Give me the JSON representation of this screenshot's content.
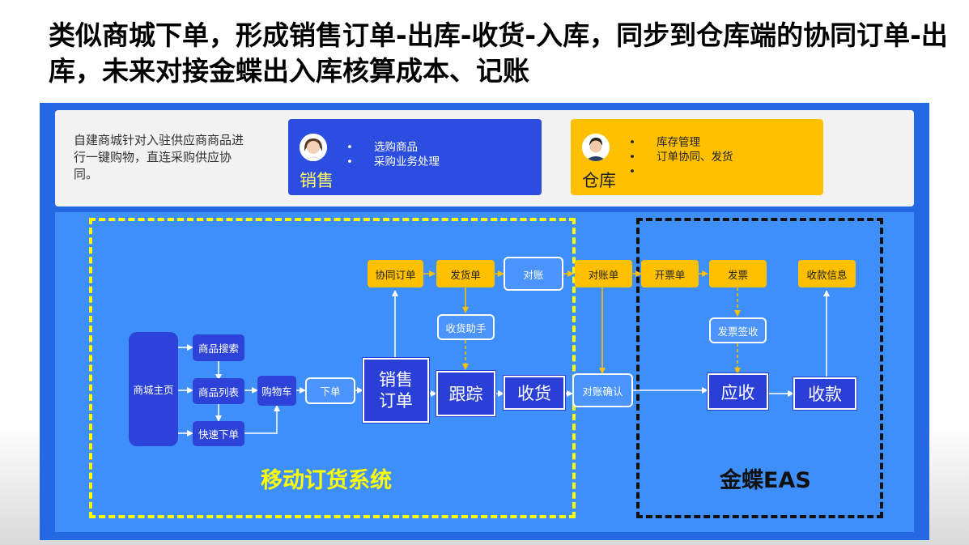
{
  "title": "类似商城下单，形成销售订单-出库-收货-入库，同步到仓库端的协同订单-出库，未来对接金蝶出入库核算成本、记账",
  "intro": "自建商城针对入驻供应商商品进行一键购物，直连采购供应协同。",
  "roles": {
    "sales": {
      "name": "销售",
      "items": [
        "选购商品",
        "采购业务处理"
      ]
    },
    "warehouse": {
      "name": "仓库",
      "items": [
        "库存管理",
        "订单协同、发货",
        ""
      ]
    }
  },
  "zones": {
    "mobile": "移动订货系统",
    "eas": "金蝶EAS"
  },
  "nodes": {
    "home": "商城主页",
    "search": "商品搜索",
    "list": "商品列表",
    "quick_order": "快速下单",
    "cart": "购物车",
    "place_order": "下单",
    "sales_order": "销售订单",
    "track": "跟踪",
    "receive": "收货",
    "recon_confirm": "对账确认",
    "receivable": "应收",
    "collect": "收款",
    "coop_order": "协同订单",
    "delivery_note": "发货单",
    "reconcile": "对账",
    "recon_sheet": "对账单",
    "invoice_issue": "开票单",
    "invoice": "发票",
    "collect_info": "收款信息",
    "receive_assist": "收货助手",
    "invoice_sign": "发票签收"
  },
  "colors": {
    "panel": "#2468e3",
    "flow_bg": "#3f8ffa",
    "sales_card": "#2b4de0",
    "warehouse_card": "#ffc000",
    "mobile_zone_border": "#ffff00",
    "eas_zone_border": "#111111",
    "gold_node": "#ffc000",
    "dark_node": "#2c42d8"
  }
}
